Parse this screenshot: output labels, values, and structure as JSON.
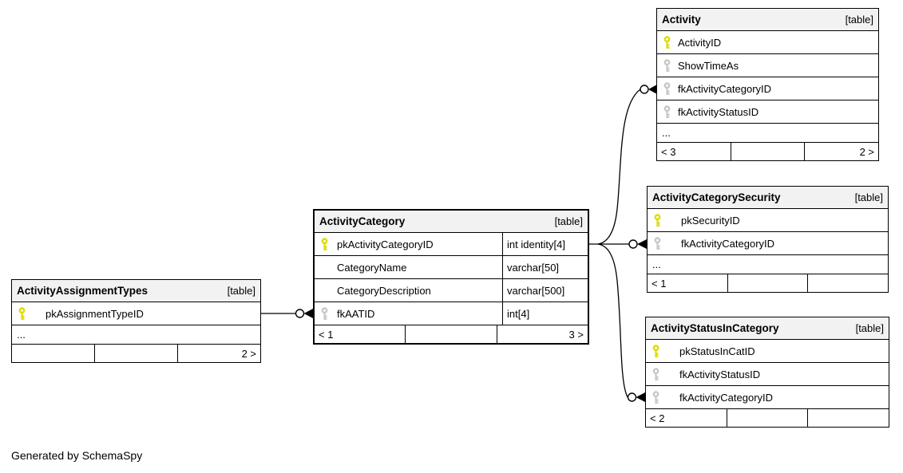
{
  "page": {
    "generated_note": "Generated by SchemaSpy"
  },
  "colors": {
    "background": "#ffffff",
    "border": "#000000",
    "header_bg": "#f2f2f2",
    "pk_key": "#dcdc00",
    "fk_key": "#c8c8c8"
  },
  "icons": {
    "primary_key": "yellow-key-icon",
    "foreign_key": "gray-key-icon"
  },
  "tables": [
    {
      "title": "Activity",
      "tag": "[table]",
      "columns": [
        {
          "name": "ActivityID",
          "key": "pk"
        },
        {
          "name": "ShowTimeAs",
          "key": "fk"
        },
        {
          "name": "fkActivityCategoryID",
          "key": "fk"
        },
        {
          "name": "fkActivityStatusID",
          "key": "fk"
        },
        {
          "name": "...",
          "key": "none"
        }
      ],
      "footer": {
        "left": "< 3",
        "center": "",
        "right": "2 >"
      }
    },
    {
      "title": "ActivityCategorySecurity",
      "tag": "[table]",
      "columns": [
        {
          "name": "pkSecurityID",
          "key": "pk"
        },
        {
          "name": "fkActivityCategoryID",
          "key": "fk"
        },
        {
          "name": "...",
          "key": "none"
        }
      ],
      "footer": {
        "left": "< 1",
        "center": "",
        "right": ""
      }
    },
    {
      "title": "ActivityCategory",
      "tag": "[table]",
      "columns": [
        {
          "name": "pkActivityCategoryID",
          "type": "int identity[4]",
          "key": "pk"
        },
        {
          "name": "CategoryName",
          "type": "varchar[50]",
          "key": "none"
        },
        {
          "name": "CategoryDescription",
          "type": "varchar[500]",
          "key": "none"
        },
        {
          "name": "fkAATID",
          "type": "int[4]",
          "key": "fk"
        }
      ],
      "footer": {
        "left": "< 1",
        "center": "",
        "right": "3 >"
      }
    },
    {
      "title": "ActivityAssignmentTypes",
      "tag": "[table]",
      "columns": [
        {
          "name": "pkAssignmentTypeID",
          "key": "pk"
        },
        {
          "name": "...",
          "key": "none"
        }
      ],
      "footer": {
        "left": "",
        "center": "",
        "right": "2 >"
      }
    },
    {
      "title": "ActivityStatusInCategory",
      "tag": "[table]",
      "columns": [
        {
          "name": "pkStatusInCatID",
          "key": "pk"
        },
        {
          "name": "fkActivityStatusID",
          "key": "fk"
        },
        {
          "name": "fkActivityCategoryID",
          "key": "fk"
        }
      ],
      "footer": {
        "left": "< 2",
        "center": "",
        "right": ""
      }
    }
  ]
}
